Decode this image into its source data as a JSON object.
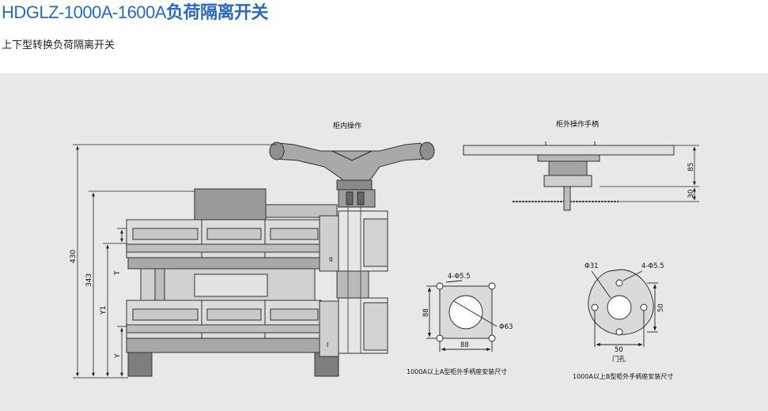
{
  "header": {
    "title_latin": "HDGLZ-1000A-1600A",
    "title_cn": "负荷隔离开关",
    "subtitle": "上下型转换负荷隔离开关"
  },
  "drawing": {
    "label_inner_op": "柜内操作",
    "label_outer_handle": "柜外操作手柄",
    "dims_left": {
      "d430": "430",
      "d343": "343",
      "y1": "Y1",
      "t": "T",
      "y": "Y"
    },
    "dims_handle": {
      "d85": "85",
      "d30": "30"
    },
    "pos_marks": {
      "upper": "II",
      "lower": "I"
    },
    "detail_a": {
      "holes": "4-Φ5.5",
      "center": "Φ63",
      "width": "88",
      "height": "88",
      "caption": "1000A以上A型柜外手柄座安装尺寸"
    },
    "detail_b": {
      "center": "Φ31",
      "holes": "4-Φ5.5",
      "width": "50",
      "height": "50",
      "door_hole": "门孔",
      "caption": "1000A以上B型柜外手柄座安装尺寸"
    }
  }
}
